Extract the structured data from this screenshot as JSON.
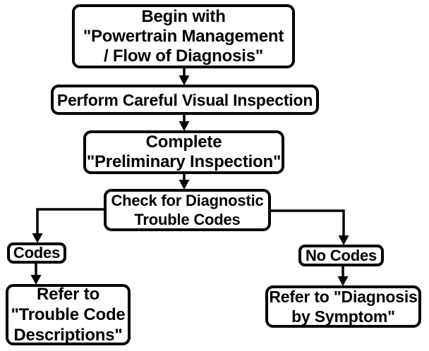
{
  "flowchart": {
    "colors": {
      "ink": "#000000",
      "background": "#ffffff",
      "box_fill": "#ffffff"
    },
    "nodes": {
      "begin": {
        "text": "Begin with\n\"Powertrain Management\n/ Flow of Diagnosis\""
      },
      "perform_visual_inspection": {
        "text": "Perform Careful Visual Inspection"
      },
      "complete_preliminary": {
        "text": "Complete\n\"Preliminary Inspection\""
      },
      "check_codes": {
        "text": "Check for Diagnostic\nTrouble Codes"
      },
      "codes": {
        "text": "Codes"
      },
      "no_codes": {
        "text": "No Codes"
      },
      "refer_trouble_code_descriptions": {
        "text": "Refer to\n\"Trouble Code\nDescriptions\""
      },
      "refer_diagnosis_by_symptom": {
        "text": "Refer to \"Diagnosis\nby Symptom\""
      }
    },
    "edges": [
      {
        "from": "begin",
        "to": "perform_visual_inspection"
      },
      {
        "from": "perform_visual_inspection",
        "to": "complete_preliminary"
      },
      {
        "from": "complete_preliminary",
        "to": "check_codes"
      },
      {
        "from": "check_codes",
        "to": "codes"
      },
      {
        "from": "check_codes",
        "to": "no_codes"
      },
      {
        "from": "codes",
        "to": "refer_trouble_code_descriptions"
      },
      {
        "from": "no_codes",
        "to": "refer_diagnosis_by_symptom"
      }
    ]
  }
}
